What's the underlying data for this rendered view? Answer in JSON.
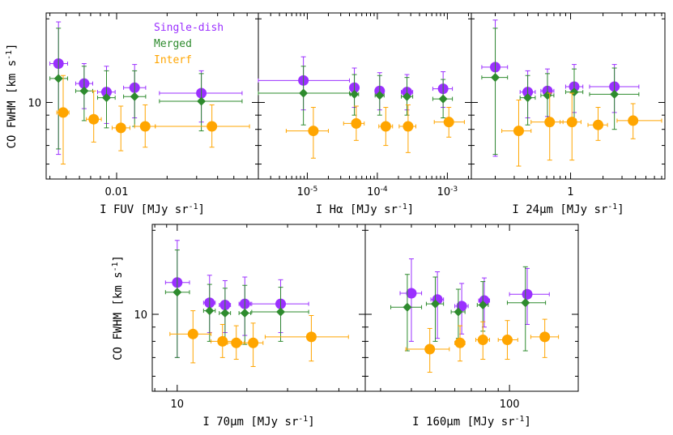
{
  "colors": {
    "single_dish": "#9b30ff",
    "merged": "#2e8b2e",
    "interf": "#ffa500"
  },
  "legend": {
    "single_dish": "Single-dish",
    "merged": "Merged",
    "interf": "Interf"
  },
  "ylabel": "CO FWHM [km s$^{-1}$]",
  "chart_data": [
    {
      "type": "scatter",
      "xscale": "log",
      "yscale": "log",
      "xlabel": "I FUV [MJy sr$^{-1}$]",
      "ylabel": "CO FWHM [km s$^{-1}$]",
      "xlim": [
        0.0038,
        0.07
      ],
      "ylim": [
        5.3,
        21
      ],
      "xticks": [
        {
          "v": 0.01,
          "label": "0.01"
        }
      ],
      "yticks": [
        {
          "v": 10,
          "label": "10"
        }
      ],
      "series": [
        {
          "name": "Single-dish",
          "marker": "circle",
          "points": [
            {
              "x": 0.0045,
              "y": 13.8,
              "xlo": 0.004,
              "xhi": 0.0051,
              "ylo": 6.5,
              "yhi": 19.5
            },
            {
              "x": 0.0064,
              "y": 11.7,
              "xlo": 0.0057,
              "xhi": 0.0072,
              "ylo": 9.5,
              "yhi": 13.8
            },
            {
              "x": 0.0087,
              "y": 10.9,
              "xlo": 0.0077,
              "xhi": 0.0098,
              "ylo": 8.4,
              "yhi": 13.5
            },
            {
              "x": 0.0128,
              "y": 11.3,
              "xlo": 0.011,
              "xhi": 0.0149,
              "ylo": 8.8,
              "yhi": 13.7
            },
            {
              "x": 0.032,
              "y": 10.8,
              "xlo": 0.018,
              "xhi": 0.056,
              "ylo": 8.5,
              "yhi": 13.0
            }
          ]
        },
        {
          "name": "Merged",
          "marker": "diamond",
          "points": [
            {
              "x": 0.0045,
              "y": 12.2,
              "xlo": 0.004,
              "xhi": 0.0051,
              "ylo": 6.8,
              "yhi": 18.5
            },
            {
              "x": 0.0064,
              "y": 11.0,
              "xlo": 0.0057,
              "xhi": 0.0072,
              "ylo": 8.6,
              "yhi": 13.5
            },
            {
              "x": 0.0087,
              "y": 10.4,
              "xlo": 0.0077,
              "xhi": 0.0098,
              "ylo": 8.1,
              "yhi": 13.0
            },
            {
              "x": 0.0128,
              "y": 10.5,
              "xlo": 0.011,
              "xhi": 0.0149,
              "ylo": 8.2,
              "yhi": 13.0
            },
            {
              "x": 0.032,
              "y": 10.1,
              "xlo": 0.018,
              "xhi": 0.056,
              "ylo": 7.9,
              "yhi": 12.7
            }
          ]
        },
        {
          "name": "Interf",
          "marker": "circle",
          "points": [
            {
              "x": 0.0048,
              "y": 9.2,
              "xlo": 0.0044,
              "xhi": 0.0052,
              "ylo": 6.0,
              "yhi": 12.5
            },
            {
              "x": 0.0073,
              "y": 8.7,
              "xlo": 0.0066,
              "xhi": 0.0081,
              "ylo": 7.2,
              "yhi": 11.0
            },
            {
              "x": 0.0106,
              "y": 8.1,
              "xlo": 0.0094,
              "xhi": 0.012,
              "ylo": 6.7,
              "yhi": 9.7
            },
            {
              "x": 0.0148,
              "y": 8.2,
              "xlo": 0.0128,
              "xhi": 0.017,
              "ylo": 6.9,
              "yhi": 9.8
            },
            {
              "x": 0.037,
              "y": 8.2,
              "xlo": 0.017,
              "xhi": 0.062,
              "ylo": 6.9,
              "yhi": 9.8
            }
          ]
        }
      ]
    },
    {
      "type": "scatter",
      "xscale": "log",
      "yscale": "log",
      "xlabel": "I Hα [MJy sr$^{-1}$]",
      "ylabel": "",
      "xlim": [
        2e-06,
        0.0022
      ],
      "ylim": [
        5.3,
        21
      ],
      "xticks": [
        {
          "v": 1e-05,
          "label": "10$^{-5}$"
        },
        {
          "v": 0.0001,
          "label": "10$^{-4}$"
        },
        {
          "v": 0.001,
          "label": "10$^{-3}$"
        }
      ],
      "yticks": [],
      "series": [
        {
          "name": "Single-dish",
          "marker": "circle",
          "points": [
            {
              "x": 8.8e-06,
              "y": 12.0,
              "xlo": 2e-06,
              "xhi": 4e-05,
              "ylo": 9.4,
              "yhi": 14.6
            },
            {
              "x": 4.7e-05,
              "y": 11.3,
              "xlo": 4.1e-05,
              "xhi": 5.4e-05,
              "ylo": 9.6,
              "yhi": 13.3
            },
            {
              "x": 0.000108,
              "y": 11.0,
              "xlo": 9.3e-05,
              "xhi": 0.000125,
              "ylo": 9.4,
              "yhi": 12.8
            },
            {
              "x": 0.000265,
              "y": 10.9,
              "xlo": 0.00022,
              "xhi": 0.00032,
              "ylo": 9.4,
              "yhi": 12.6
            },
            {
              "x": 0.00087,
              "y": 11.2,
              "xlo": 0.00062,
              "xhi": 0.00118,
              "ylo": 9.6,
              "yhi": 12.9
            }
          ]
        },
        {
          "name": "Merged",
          "marker": "diamond",
          "points": [
            {
              "x": 8.8e-06,
              "y": 10.8,
              "xlo": 2e-06,
              "xhi": 4e-05,
              "ylo": 8.3,
              "yhi": 13.5
            },
            {
              "x": 4.7e-05,
              "y": 10.7,
              "xlo": 4.1e-05,
              "xhi": 5.4e-05,
              "ylo": 9.0,
              "yhi": 12.6
            },
            {
              "x": 0.000108,
              "y": 10.6,
              "xlo": 9.3e-05,
              "xhi": 0.000125,
              "ylo": 9.0,
              "yhi": 12.5
            },
            {
              "x": 0.000265,
              "y": 10.5,
              "xlo": 0.00022,
              "xhi": 0.00032,
              "ylo": 9.0,
              "yhi": 12.3
            },
            {
              "x": 0.00087,
              "y": 10.3,
              "xlo": 0.00062,
              "xhi": 0.00118,
              "ylo": 8.8,
              "yhi": 12.1
            }
          ]
        },
        {
          "name": "Interf",
          "marker": "circle",
          "points": [
            {
              "x": 1.22e-05,
              "y": 7.9,
              "xlo": 5e-06,
              "xhi": 2e-05,
              "ylo": 6.3,
              "yhi": 9.6
            },
            {
              "x": 5e-05,
              "y": 8.4,
              "xlo": 3.3e-05,
              "xhi": 6.5e-05,
              "ylo": 7.3,
              "yhi": 9.7
            },
            {
              "x": 0.000132,
              "y": 8.2,
              "xlo": 0.000105,
              "xhi": 0.000165,
              "ylo": 7.0,
              "yhi": 9.6
            },
            {
              "x": 0.000275,
              "y": 8.2,
              "xlo": 0.000205,
              "xhi": 0.000355,
              "ylo": 6.6,
              "yhi": 9.8
            },
            {
              "x": 0.00105,
              "y": 8.5,
              "xlo": 0.00065,
              "xhi": 0.00175,
              "ylo": 7.5,
              "yhi": 9.6
            }
          ]
        }
      ]
    },
    {
      "type": "scatter",
      "xscale": "log",
      "yscale": "log",
      "xlabel": "I 24μm [MJy sr$^{-1}$]",
      "ylabel": "",
      "xlim": [
        0.12,
        7.5
      ],
      "ylim": [
        5.3,
        21
      ],
      "xticks": [
        {
          "v": 1,
          "label": "1"
        }
      ],
      "yticks": [],
      "series": [
        {
          "name": "Single-dish",
          "marker": "circle",
          "points": [
            {
              "x": 0.2,
              "y": 13.4,
              "xlo": 0.15,
              "xhi": 0.26,
              "ylo": 6.4,
              "yhi": 19.8
            },
            {
              "x": 0.4,
              "y": 10.9,
              "xlo": 0.34,
              "xhi": 0.47,
              "ylo": 8.8,
              "yhi": 13.0
            },
            {
              "x": 0.61,
              "y": 11.0,
              "xlo": 0.53,
              "xhi": 0.7,
              "ylo": 8.9,
              "yhi": 13.2
            },
            {
              "x": 1.08,
              "y": 11.4,
              "xlo": 0.9,
              "xhi": 1.3,
              "ylo": 9.2,
              "yhi": 13.7
            },
            {
              "x": 2.55,
              "y": 11.4,
              "xlo": 1.5,
              "xhi": 4.3,
              "ylo": 9.2,
              "yhi": 13.7
            }
          ]
        },
        {
          "name": "Merged",
          "marker": "diamond",
          "points": [
            {
              "x": 0.2,
              "y": 12.3,
              "xlo": 0.15,
              "xhi": 0.26,
              "ylo": 6.5,
              "yhi": 18.5
            },
            {
              "x": 0.4,
              "y": 10.4,
              "xlo": 0.34,
              "xhi": 0.47,
              "ylo": 8.3,
              "yhi": 12.5
            },
            {
              "x": 0.61,
              "y": 10.6,
              "xlo": 0.53,
              "xhi": 0.7,
              "ylo": 8.4,
              "yhi": 12.7
            },
            {
              "x": 1.08,
              "y": 10.9,
              "xlo": 0.9,
              "xhi": 1.3,
              "ylo": 8.7,
              "yhi": 13.2
            },
            {
              "x": 2.55,
              "y": 10.7,
              "xlo": 1.5,
              "xhi": 4.3,
              "ylo": 8.0,
              "yhi": 13.3
            }
          ]
        },
        {
          "name": "Interf",
          "marker": "circle",
          "points": [
            {
              "x": 0.33,
              "y": 7.9,
              "xlo": 0.23,
              "xhi": 0.43,
              "ylo": 5.9,
              "yhi": 10.2
            },
            {
              "x": 0.64,
              "y": 8.5,
              "xlo": 0.43,
              "xhi": 0.85,
              "ylo": 6.2,
              "yhi": 10.8
            },
            {
              "x": 1.03,
              "y": 8.5,
              "xlo": 0.8,
              "xhi": 1.25,
              "ylo": 6.2,
              "yhi": 10.8
            },
            {
              "x": 1.8,
              "y": 8.3,
              "xlo": 1.45,
              "xhi": 2.2,
              "ylo": 7.3,
              "yhi": 9.6
            },
            {
              "x": 3.8,
              "y": 8.6,
              "xlo": 2.7,
              "xhi": 7.0,
              "ylo": 7.4,
              "yhi": 9.9
            }
          ]
        }
      ]
    },
    {
      "type": "scatter",
      "xscale": "log",
      "yscale": "log",
      "xlabel": "I 70μm [MJy sr$^{-1}$]",
      "ylabel": "CO FWHM [km s$^{-1}$]",
      "xlim": [
        7.8,
        65
      ],
      "ylim": [
        5.3,
        21
      ],
      "xticks": [
        {
          "v": 10,
          "label": "10"
        }
      ],
      "yticks": [
        {
          "v": 10,
          "label": "10"
        }
      ],
      "series": [
        {
          "name": "Single-dish",
          "marker": "circle",
          "points": [
            {
              "x": 10.0,
              "y": 13.0,
              "xlo": 8.9,
              "xhi": 11.3,
              "ylo": 7.0,
              "yhi": 18.4
            },
            {
              "x": 13.8,
              "y": 11.0,
              "xlo": 13.0,
              "xhi": 14.6,
              "ylo": 8.6,
              "yhi": 13.8
            },
            {
              "x": 16.1,
              "y": 10.8,
              "xlo": 15.2,
              "xhi": 17.0,
              "ylo": 8.6,
              "yhi": 13.2
            },
            {
              "x": 19.6,
              "y": 10.9,
              "xlo": 18.5,
              "xhi": 20.8,
              "ylo": 8.4,
              "yhi": 13.6
            },
            {
              "x": 28.0,
              "y": 10.9,
              "xlo": 21.0,
              "xhi": 37.0,
              "ylo": 8.6,
              "yhi": 13.3
            }
          ]
        },
        {
          "name": "Merged",
          "marker": "diamond",
          "points": [
            {
              "x": 10.0,
              "y": 12.0,
              "xlo": 8.9,
              "xhi": 11.3,
              "ylo": 7.0,
              "yhi": 17.0
            },
            {
              "x": 13.8,
              "y": 10.3,
              "xlo": 13.0,
              "xhi": 14.6,
              "ylo": 8.0,
              "yhi": 12.8
            },
            {
              "x": 16.1,
              "y": 10.1,
              "xlo": 15.2,
              "xhi": 17.0,
              "ylo": 8.0,
              "yhi": 12.4
            },
            {
              "x": 19.6,
              "y": 10.1,
              "xlo": 18.5,
              "xhi": 20.8,
              "ylo": 7.8,
              "yhi": 12.7
            },
            {
              "x": 28.0,
              "y": 10.2,
              "xlo": 21.0,
              "xhi": 37.0,
              "ylo": 8.0,
              "yhi": 12.5
            }
          ]
        },
        {
          "name": "Interf",
          "marker": "circle",
          "points": [
            {
              "x": 11.7,
              "y": 8.5,
              "xlo": 9.3,
              "xhi": 14.0,
              "ylo": 6.7,
              "yhi": 10.3
            },
            {
              "x": 15.7,
              "y": 8.0,
              "xlo": 14.0,
              "xhi": 17.5,
              "ylo": 7.0,
              "yhi": 9.2
            },
            {
              "x": 18.0,
              "y": 7.9,
              "xlo": 16.5,
              "xhi": 19.5,
              "ylo": 6.9,
              "yhi": 9.1
            },
            {
              "x": 21.3,
              "y": 7.9,
              "xlo": 19.0,
              "xhi": 23.5,
              "ylo": 6.5,
              "yhi": 9.3
            },
            {
              "x": 38.0,
              "y": 8.3,
              "xlo": 24.0,
              "xhi": 55.0,
              "ylo": 6.8,
              "yhi": 9.9
            }
          ]
        }
      ]
    },
    {
      "type": "scatter",
      "xscale": "log",
      "yscale": "log",
      "xlabel": "I 160μm [MJy sr$^{-1}$]",
      "ylabel": "",
      "xlim": [
        26,
        190
      ],
      "ylim": [
        5.3,
        21
      ],
      "xticks": [
        {
          "v": 100,
          "label": "100"
        }
      ],
      "yticks": [],
      "series": [
        {
          "name": "Single-dish",
          "marker": "circle",
          "points": [
            {
              "x": 40.0,
              "y": 11.9,
              "xlo": 36.0,
              "xhi": 44.0,
              "ylo": 8.0,
              "yhi": 15.8
            },
            {
              "x": 51.0,
              "y": 11.3,
              "xlo": 48.0,
              "xhi": 54.0,
              "ylo": 8.2,
              "yhi": 14.2
            },
            {
              "x": 64.0,
              "y": 10.7,
              "xlo": 60.0,
              "xhi": 68.0,
              "ylo": 8.5,
              "yhi": 12.9
            },
            {
              "x": 79.0,
              "y": 11.2,
              "xlo": 75.0,
              "xhi": 83.0,
              "ylo": 9.0,
              "yhi": 13.5
            },
            {
              "x": 118.0,
              "y": 11.8,
              "xlo": 100.0,
              "xhi": 145.0,
              "ylo": 9.2,
              "yhi": 14.6
            }
          ]
        },
        {
          "name": "Merged",
          "marker": "diamond",
          "points": [
            {
              "x": 38.5,
              "y": 10.6,
              "xlo": 33.0,
              "xhi": 44.0,
              "ylo": 7.4,
              "yhi": 13.9
            },
            {
              "x": 50.0,
              "y": 10.9,
              "xlo": 46.0,
              "xhi": 54.0,
              "ylo": 8.0,
              "yhi": 13.6
            },
            {
              "x": 62.0,
              "y": 10.2,
              "xlo": 58.0,
              "xhi": 66.0,
              "ylo": 8.2,
              "yhi": 12.3
            },
            {
              "x": 78.0,
              "y": 10.8,
              "xlo": 74.0,
              "xhi": 82.0,
              "ylo": 8.7,
              "yhi": 13.1
            },
            {
              "x": 116.0,
              "y": 11.0,
              "xlo": 98.0,
              "xhi": 140.0,
              "ylo": 7.4,
              "yhi": 14.8
            }
          ]
        },
        {
          "name": "Interf",
          "marker": "circle",
          "points": [
            {
              "x": 47.5,
              "y": 7.5,
              "xlo": 38.0,
              "xhi": 57.0,
              "ylo": 6.2,
              "yhi": 8.9
            },
            {
              "x": 63.0,
              "y": 7.9,
              "xlo": 60.0,
              "xhi": 66.0,
              "ylo": 6.8,
              "yhi": 9.1
            },
            {
              "x": 78.0,
              "y": 8.1,
              "xlo": 73.0,
              "xhi": 83.0,
              "ylo": 6.9,
              "yhi": 9.4
            },
            {
              "x": 98.0,
              "y": 8.1,
              "xlo": 90.0,
              "xhi": 108.0,
              "ylo": 6.9,
              "yhi": 9.5
            },
            {
              "x": 139.0,
              "y": 8.3,
              "xlo": 122.0,
              "xhi": 158.0,
              "ylo": 7.0,
              "yhi": 9.6
            }
          ]
        }
      ]
    }
  ]
}
